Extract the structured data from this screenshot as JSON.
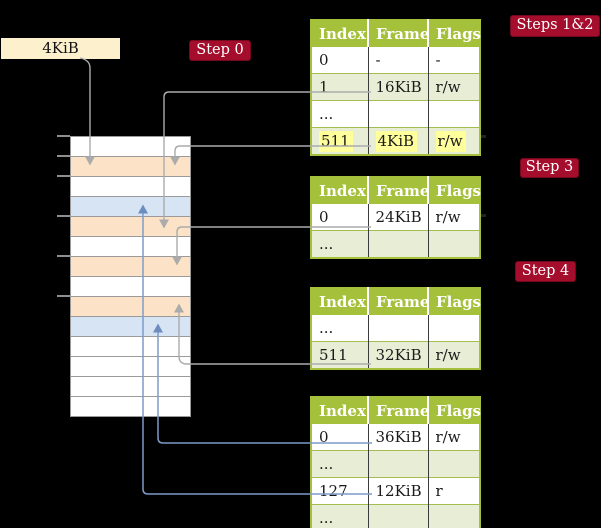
{
  "colors": {
    "background": "#000000",
    "table_header_green": "#a5c13c",
    "table_row_green": "#e8eed6",
    "badge_red": "#a50d2d",
    "frame_orange": "#fce3c7",
    "frame_blue": "#d6e4f4",
    "frame_white": "#ffffff",
    "page_box_cream": "#fdf1cd",
    "highlight_yellow": "#ffff9c",
    "arrow_gray": "#ababab",
    "arrow_blue": "#7e9bc8"
  },
  "page_size_box": {
    "label": "4KiB"
  },
  "badges": {
    "step0": "Step 0",
    "steps12": "Steps 1&2",
    "step3": "Step 3",
    "step4": "Step 4"
  },
  "memory": {
    "rows": [
      "frame_white",
      "frame_orange",
      "frame_white",
      "frame_blue",
      "frame_orange",
      "frame_white",
      "frame_orange",
      "frame_white",
      "frame_orange",
      "frame_blue",
      "frame_white",
      "frame_white",
      "frame_white",
      "frame_white"
    ]
  },
  "tables": [
    {
      "headers": [
        "Index",
        "Frame",
        "Flags"
      ],
      "rows": [
        {
          "cells": [
            "0",
            "-",
            "-"
          ]
        },
        {
          "cells": [
            "1",
            "16KiB",
            "r/w"
          ]
        },
        {
          "cells": [
            "...",
            "",
            ""
          ]
        },
        {
          "cells": [
            "511",
            "4KiB",
            "r/w"
          ]
        }
      ]
    },
    {
      "headers": [
        "Index",
        "Frame",
        "Flags"
      ],
      "rows": [
        {
          "cells": [
            "0",
            "24KiB",
            "r/w"
          ]
        },
        {
          "cells": [
            "...",
            "",
            ""
          ]
        }
      ]
    },
    {
      "headers": [
        "Index",
        "Frame",
        "Flags"
      ],
      "rows": [
        {
          "cells": [
            "...",
            "",
            ""
          ]
        },
        {
          "cells": [
            "511",
            "32KiB",
            "r/w"
          ]
        }
      ]
    },
    {
      "headers": [
        "Index",
        "Frame",
        "Flags"
      ],
      "rows": [
        {
          "cells": [
            "0",
            "36KiB",
            "r/w"
          ]
        },
        {
          "cells": [
            "...",
            "",
            ""
          ]
        },
        {
          "cells": [
            "127",
            "12KiB",
            "r"
          ]
        },
        {
          "cells": [
            "...",
            "",
            ""
          ]
        }
      ]
    }
  ]
}
